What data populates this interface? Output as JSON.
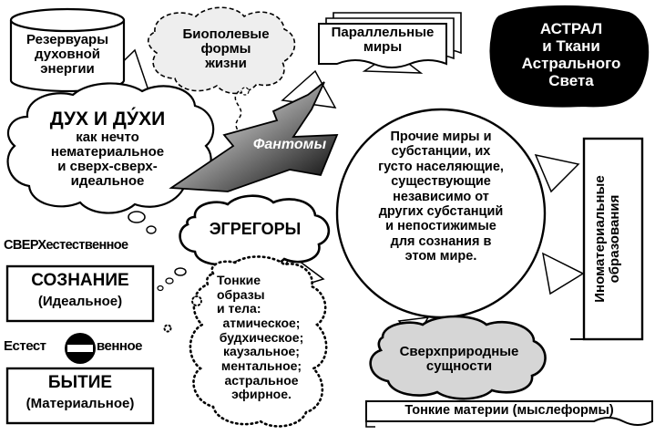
{
  "reservoirs": {
    "lines": [
      "Резервуары",
      "духовной",
      "энергии"
    ]
  },
  "bioforms": {
    "lines": [
      "Биополевые",
      "формы",
      "жизни"
    ]
  },
  "parallel": {
    "lines": [
      "Параллельные",
      "миры"
    ]
  },
  "astral": {
    "lines": [
      "АСТРАЛ",
      "и Ткани",
      "Астрального",
      "Света"
    ]
  },
  "spirit": {
    "lines": [
      "ДУХ И ДУ́ХИ",
      "как нечто",
      "нематериальное",
      "и сверх-сверх-",
      "идеальное"
    ]
  },
  "phantoms": {
    "label": "Фантомы"
  },
  "center": {
    "lines": [
      "Прочие миры и",
      "субстанции, их",
      "густо населяющие,",
      "существующие",
      "независимо от",
      "других субстанций",
      "и непостижимые",
      "для сознания в",
      "этом мире."
    ]
  },
  "inomaterial": {
    "lines": [
      "Иноматериальные",
      "образования"
    ]
  },
  "egregors": {
    "label": "ЭГРЕГОРЫ"
  },
  "supernatural": {
    "label": "СВЕРХестественное"
  },
  "consciousness": {
    "title": "СОЗНАНИЕ",
    "sub": "(Идеальное)"
  },
  "subtle_bodies": {
    "lines": [
      "Тонкие",
      "образы",
      "и тела:",
      "атмическое;",
      "будхическое;",
      "каузальное;",
      "ментальное;",
      "астральное",
      "эфирное."
    ]
  },
  "natural": {
    "left": "Естест",
    "right": "венное"
  },
  "being": {
    "title": "БЫТИЕ",
    "sub": "(Материальное)"
  },
  "superhuman": {
    "lines": [
      "Сверхприродные",
      "сущности"
    ]
  },
  "subtle_matter": {
    "label": "Тонкие материи (мыслеформы)"
  },
  "colors": {
    "ink": "#000000",
    "paper": "#ffffff",
    "shade": "#d9d9d9",
    "gray": "#bdbdbd"
  }
}
